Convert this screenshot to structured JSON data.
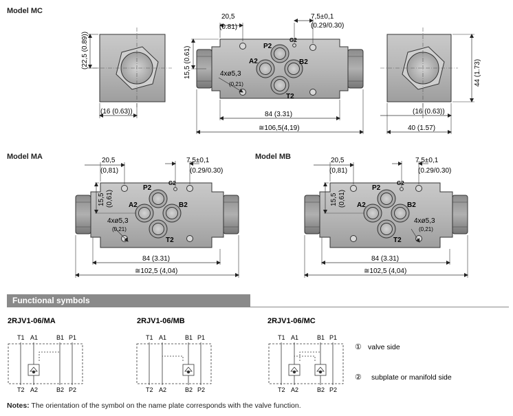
{
  "models": {
    "mc": {
      "title": "Model MC",
      "dim_20_5": "20,5",
      "dim_0_81": "(0.81)",
      "dim_7_5": "7,5±0,1",
      "dim_0_29": "(0.29/0.30)",
      "dim_15_5": "15,5 (0.61)",
      "dim_22_5": "(22,5 (0.89))",
      "dim_4x": "4xø5,3",
      "dim_0_21": "(0,21)",
      "dim_84": "84 (3.31)",
      "dim_106": "≅106,5(4,19)",
      "dim_16_left": "(16 (0.63))",
      "dim_16_right": "(16 (0.63))",
      "dim_40": "40 (1.57)",
      "dim_44": "44 (1.73)",
      "port_p2": "P2",
      "port_g2": "G2",
      "port_a2": "A2",
      "port_b2": "B2",
      "port_t2": "T2"
    },
    "ma": {
      "title": "Model MA",
      "dim_20_5": "20,5",
      "dim_0_81": "(0,81)",
      "dim_7_5": "7,5±0,1",
      "dim_0_29": "(0.29/0.30)",
      "dim_15_5": "15,5",
      "dim_0_61": "(0,61)",
      "dim_4x": "4xø5,3",
      "dim_0_21": "(0,21)",
      "dim_84": "84 (3.31)",
      "dim_102": "≅102,5 (4,04)",
      "port_p2": "P2",
      "port_g2": "G2",
      "port_a2": "A2",
      "port_b2": "B2",
      "port_t2": "T2"
    },
    "mb": {
      "title": "Model MB",
      "dim_20_5": "20,5",
      "dim_0_81": "(0,81)",
      "dim_7_5": "7,5±0,1",
      "dim_0_29": "(0.29/0.30)",
      "dim_15_5": "15,5",
      "dim_0_61": "(0,61)",
      "dim_4x": "4xø5,3",
      "dim_0_21": "(0,21)",
      "dim_84": "84 (3.31)",
      "dim_102": "≅102,5 (4,04)",
      "port_p2": "P2",
      "port_g2": "G2",
      "port_a2": "A2",
      "port_b2": "B2",
      "port_t2": "T2"
    }
  },
  "functional": {
    "heading": "Functional symbols",
    "symbols": [
      {
        "title": "2RJV1-06/MA",
        "top": [
          "T1",
          "A1",
          "B1",
          "P1"
        ],
        "bottom": [
          "T2",
          "A2",
          "B2",
          "P2"
        ]
      },
      {
        "title": "2RJV1-06/MB",
        "top": [
          "T1",
          "A1",
          "B1",
          "P1"
        ],
        "bottom": [
          "T2",
          "A2",
          "B2",
          "P2"
        ]
      },
      {
        "title": "2RJV1-06/MC",
        "top": [
          "T1",
          "A1",
          "B1",
          "P1"
        ],
        "bottom": [
          "T2",
          "A2",
          "B2",
          "P2"
        ]
      }
    ],
    "legend": [
      {
        "marker": "①",
        "text": "valve side"
      },
      {
        "marker": "②",
        "text": "subplate or manifold side"
      }
    ]
  },
  "notes": {
    "label": "Notes:",
    "text": " The orientation of the symbol on the name plate corresponds with the valve function."
  }
}
